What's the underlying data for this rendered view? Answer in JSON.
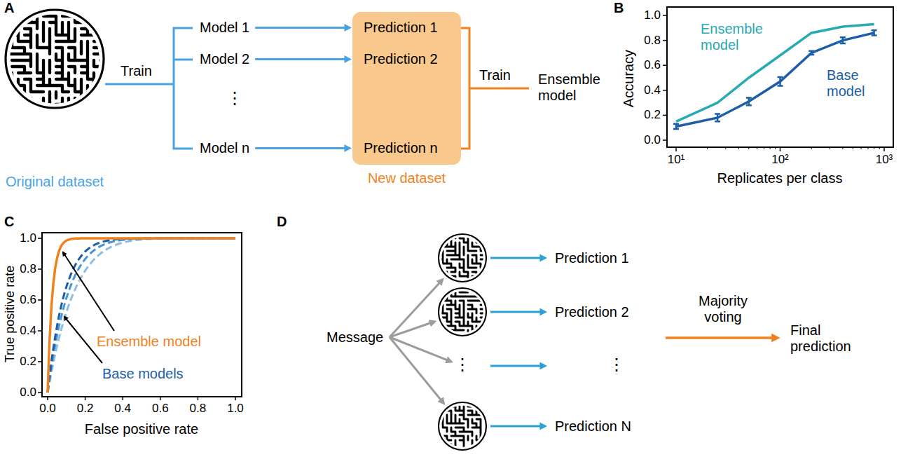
{
  "diagram": {
    "nodes": [
      {
        "text": [
          "Model 1"
        ]
      },
      {
        "text": [
          "Model 2"
        ]
      },
      {
        "text": [
          "Model n"
        ]
      },
      {
        "text": [
          "New dataset"
        ]
      },
      {
        "text": [
          "Prediction 1"
        ],
        "in": 3
      },
      {
        "text": [
          "Prediction 2"
        ],
        "in": 3
      },
      {
        "text": [
          "Prediction n"
        ],
        "in": 3
      }
    ],
    "edges": [
      {
        "from": 0,
        "to": 4,
        "arrow": "to"
      },
      {
        "from": 1,
        "to": 5,
        "arrow": "to"
      },
      {
        "from": 2,
        "to": 6,
        "arrow": "to"
      }
    ],
    "labels": [
      "A",
      "Train",
      "Original dataset",
      "⋮",
      "⋮",
      "Train",
      "Ensemble model",
      "B",
      "1.0",
      "0.8",
      "0.6",
      "0.4",
      "0.2",
      "0.0",
      "Accuracy",
      "10¹",
      "10²",
      "10³",
      "Replicates per class",
      "Ensemble model",
      "Base model",
      "C",
      "1.0",
      "0.8",
      "0.6",
      "0.4",
      "0.2",
      "0.0",
      "True positive rate",
      "0.0",
      "0.2",
      "0.4",
      "0.6",
      "0.8",
      "1.0",
      "False positive rate",
      "Ensemble model",
      "Base models",
      "D",
      "Message",
      "Prediction 1",
      "Prediction 2",
      "⋮",
      "⋮",
      "Prediction N",
      "Majority voting",
      "Final prediction"
    ]
  }
}
